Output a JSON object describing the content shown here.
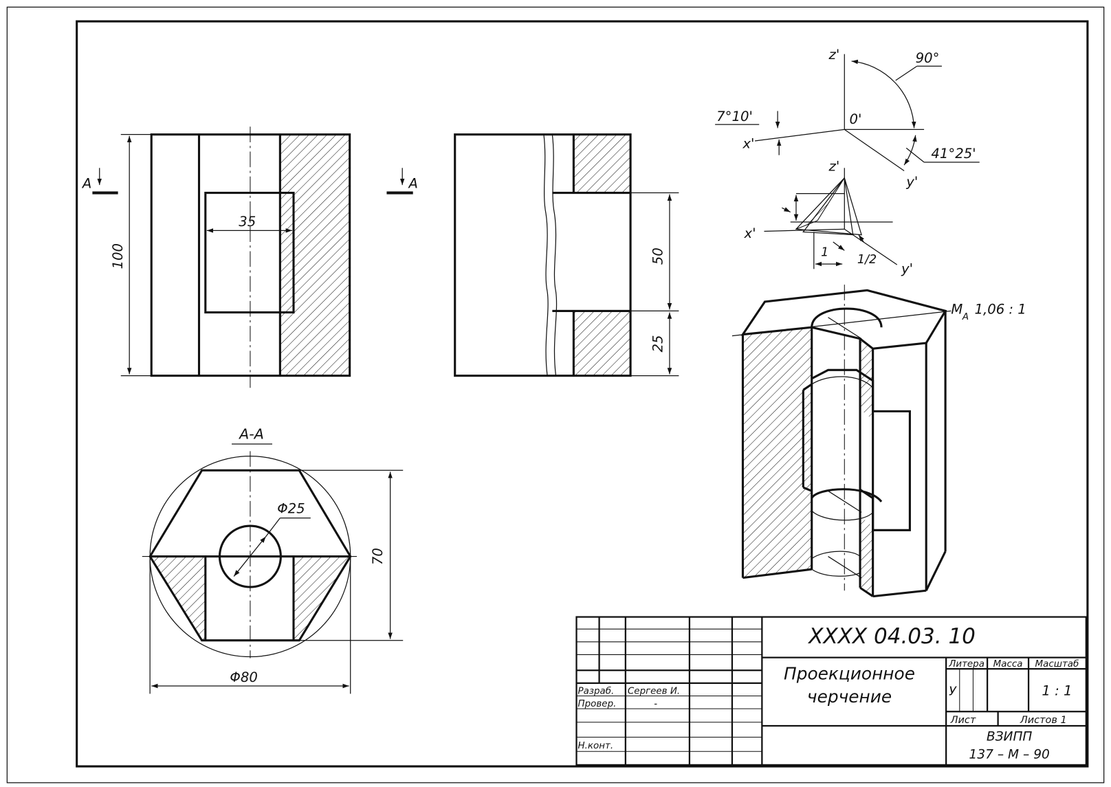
{
  "section": {
    "marker_left": "A",
    "marker_right": "A",
    "view_title": "A-A"
  },
  "dimensions": {
    "front_height": "100",
    "front_window_width": "35",
    "side_window_height": "50",
    "side_lower_height": "25",
    "section_hole_dia": "Φ25",
    "section_height": "70",
    "section_circle_dia": "Φ80"
  },
  "axes_diagram": {
    "z_label": "z'",
    "x_label": "x'",
    "y_label": "y'",
    "origin_label": "0'",
    "angle_top": "90°",
    "angle_left": "7°10'",
    "angle_right": "41°25'",
    "z_label_2": "z'",
    "x_label_2": "x'",
    "y_label_2": "y'",
    "ratio_one": "1",
    "ratio_half": "1/2"
  },
  "scale_note": {
    "prefix": "M",
    "sub": "A",
    "value": "1,06 : 1"
  },
  "title_block": {
    "designation": "XXXX 04.03. 10",
    "title_line1": "Проекционное",
    "title_line2": "черчение",
    "hdr_litera": "Литера",
    "hdr_mass": "Масса",
    "hdr_scale": "Масштаб",
    "litera_value": "У",
    "scale_value": "1 : 1",
    "sheet_label": "Лист",
    "sheets_label": "Листов 1",
    "org_line1": "ВЗИПП",
    "org_line2": "137 – М – 90",
    "role_developer": "Разраб.",
    "developer_name": "Сергеев И.",
    "role_checker": "Провер.",
    "checker_sign": "-",
    "role_norm": "Н.конт."
  },
  "colors": {
    "line": "#111111",
    "paper": "#ffffff"
  }
}
